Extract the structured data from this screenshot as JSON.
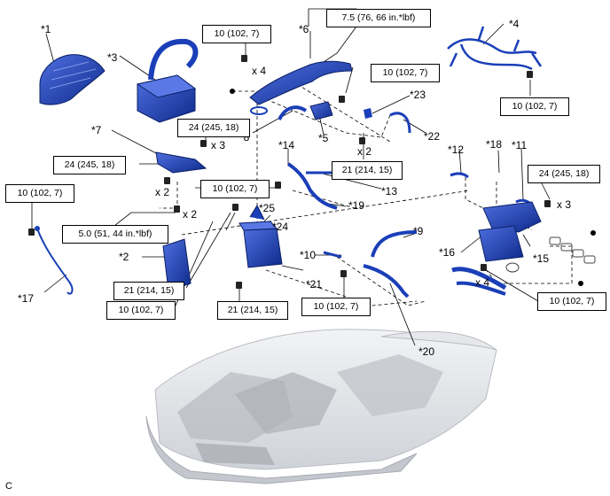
{
  "callouts": {
    "c1": "*1",
    "c2": "*2",
    "c3": "*3",
    "c4": "*4",
    "c5": "*5",
    "c6": "*6",
    "c7": "*7",
    "c8": "*8",
    "c9": "*9",
    "c10": "*10",
    "c11": "*11",
    "c12": "*12",
    "c13": "*13",
    "c14": "*14",
    "c15": "*15",
    "c16": "*16",
    "c17": "*17",
    "c18": "*18",
    "c19": "*19",
    "c20": "*20",
    "c21": "*21",
    "c22": "*22",
    "c23": "*23",
    "c24": "*24",
    "c25": "*25"
  },
  "torque": {
    "t_10_top": "10 (102, 7)",
    "t_75": "7.5 (76, 66 in.*lbf)",
    "t_10_right_top": "10 (102, 7)",
    "t_10_mid": "10 (102, 7)",
    "t_24_a": "24 (245, 18)",
    "t_24_b": "24 (245, 18)",
    "t_10_c": "10 (102, 7)",
    "t_21_a": "21 (214, 15)",
    "t_24_c": "24 (245, 18)",
    "t_10_left": "10 (102, 7)",
    "t_50": "5.0 (51, 44 in.*lbf)",
    "t_21_b": "21 (214, 15)",
    "t_10_d": "10 (102, 7)",
    "t_21_c": "21 (214, 15)",
    "t_10_e": "10 (102, 7)",
    "t_10_f": "10 (102, 7)"
  },
  "multipliers": {
    "m_x4_top": "x 4",
    "m_x3_a": "x 3",
    "m_x2_a": "x 2",
    "m_x2_b": "x 2",
    "m_x2_c": "x 2",
    "m_x3_b": "x 3",
    "m_x4_b": "x 4"
  },
  "figure_ref": "C",
  "colors": {
    "part_blue": "#1a3fb8",
    "part_dark": "#0d2a8a",
    "line": "#000000",
    "engine_gray": "#d9dbe0"
  }
}
